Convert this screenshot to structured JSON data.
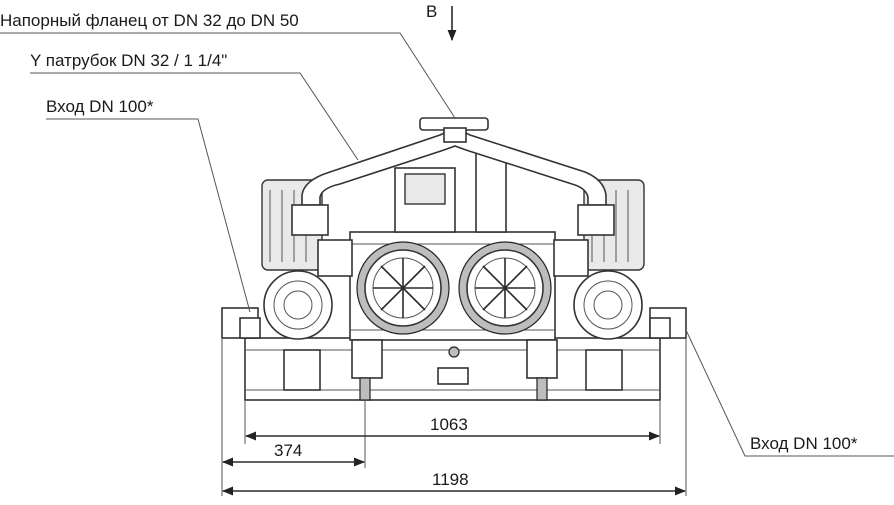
{
  "labels": {
    "pressure_flange": "Напорный фланец от DN 32 до DN 50",
    "y_pipe": "Y патрубок  DN 32 / 1 1/4\"",
    "inlet_left": "Вход  DN 100*",
    "inlet_right": "Вход  DN 100*",
    "view_marker": "B"
  },
  "dimensions": {
    "inner_width": "1063",
    "offset": "374",
    "overall_width": "1198"
  }
}
